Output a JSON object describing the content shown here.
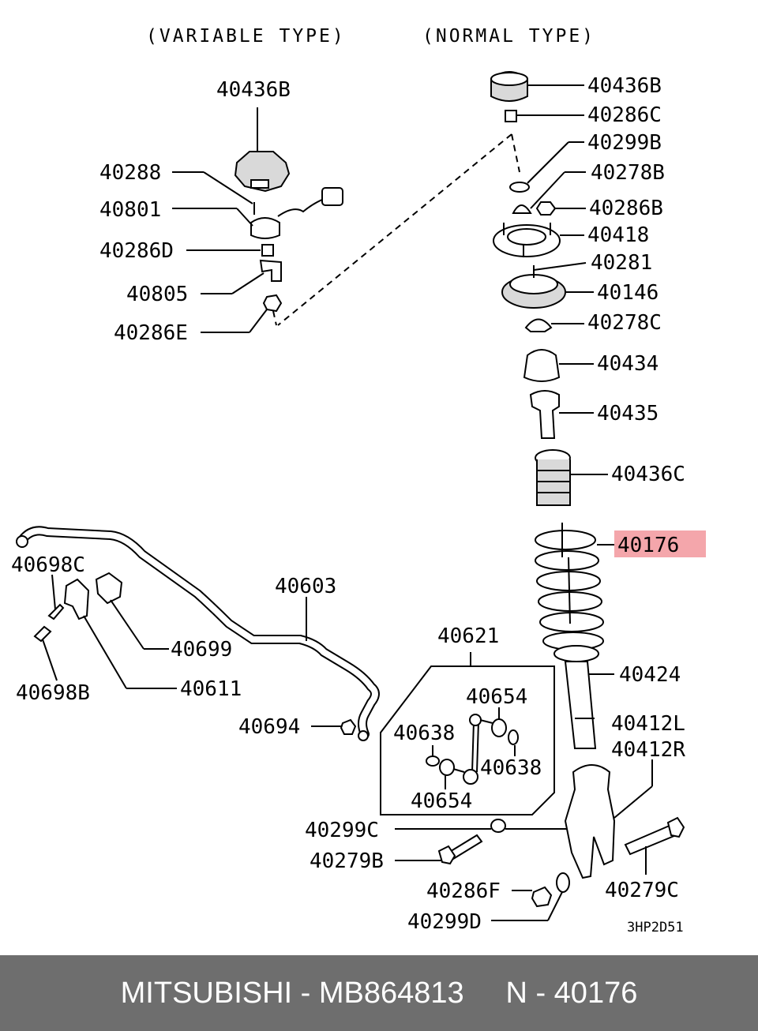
{
  "header": {
    "variable_type": "(VARIABLE TYPE)",
    "normal_type": "(NORMAL TYPE)"
  },
  "highlight_color": "#f4a6ab",
  "footer_bg": "#6e6e6e",
  "labels": {
    "l40436B_top": "40436B",
    "l40286C": "40286C",
    "l40299B": "40299B",
    "l40278B": "40278B",
    "l40286B": "40286B",
    "l40418": "40418",
    "l40281": "40281",
    "l40146": "40146",
    "l40278C": "40278C",
    "l40434": "40434",
    "l40435": "40435",
    "l40436C": "40436C",
    "l40176": "40176",
    "l40424": "40424",
    "l40412L": "40412L",
    "l40412R": "40412R",
    "l40279C": "40279C",
    "l40436B_var": "40436B",
    "l40288": "40288",
    "l40801": "40801",
    "l40286D": "40286D",
    "l40805": "40805",
    "l40286E": "40286E",
    "l40698C": "40698C",
    "l40603": "40603",
    "l40699": "40699",
    "l40698B": "40698B",
    "l40611": "40611",
    "l40621": "40621",
    "l40694": "40694",
    "l40654_top": "40654",
    "l40638_left": "40638",
    "l40638_right": "40638",
    "l40654_bottom": "40654",
    "l40299C": "40299C",
    "l40279B": "40279B",
    "l40286F": "40286F",
    "l40299D": "40299D"
  },
  "diagram_code": "3HP2D51",
  "footer": {
    "text": "MITSUBISHI - MB864813     N - 40176"
  }
}
